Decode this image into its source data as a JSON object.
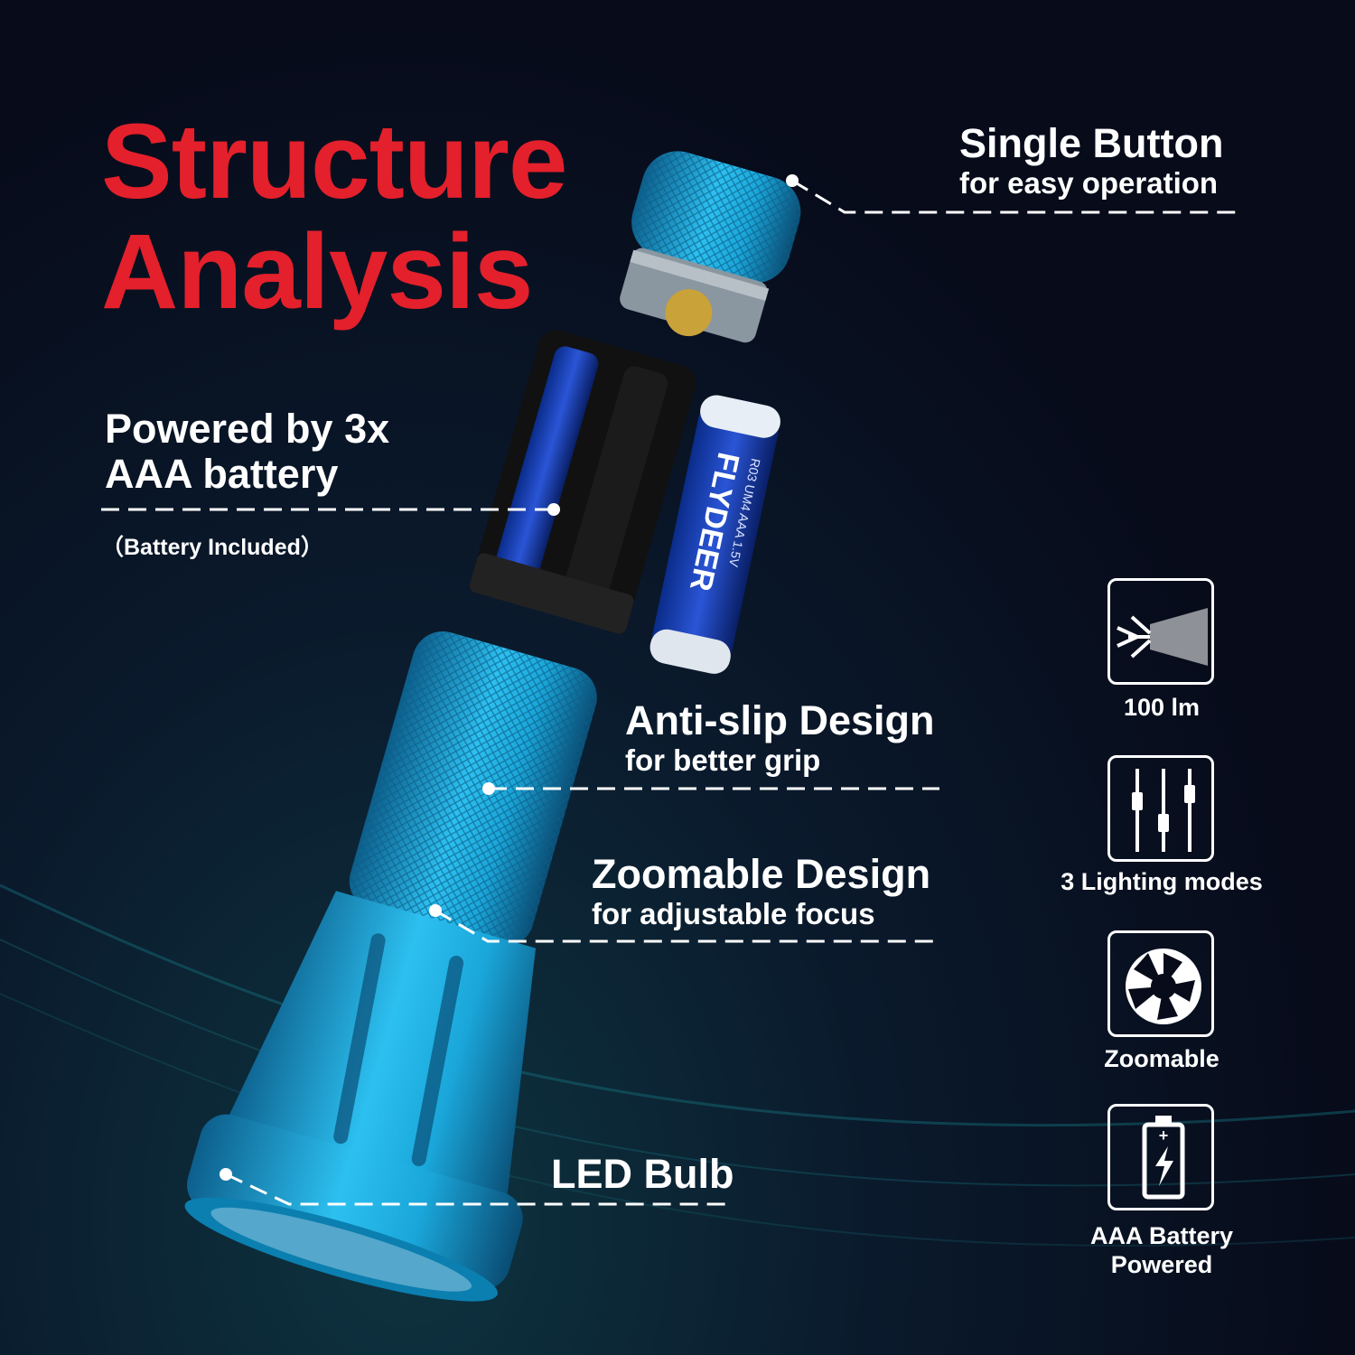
{
  "headline": {
    "line1": "Structure",
    "line2": "Analysis"
  },
  "callouts": {
    "single_button": {
      "title": "Single Button",
      "sub": "for easy operation"
    },
    "battery": {
      "title_line1": "Powered by 3x",
      "title_line2": "AAA battery",
      "note": "（Battery Included）"
    },
    "anti_slip": {
      "title": "Anti-slip Design",
      "sub": "for better grip"
    },
    "zoomable": {
      "title": "Zoomable Design",
      "sub": "for adjustable focus"
    },
    "led": {
      "title": "LED Bulb"
    }
  },
  "features": [
    {
      "icon": "light-beam-icon",
      "label": "100 lm"
    },
    {
      "icon": "sliders-icon",
      "label": "3 Lighting modes"
    },
    {
      "icon": "aperture-icon",
      "label": "Zoomable"
    },
    {
      "icon": "battery-icon",
      "label_line1": "AAA Battery",
      "label_line2": "Powered"
    }
  ],
  "battery_brand": {
    "name": "FLYDEER",
    "spec": "R03 UM4 AAA 1.5V"
  },
  "colors": {
    "accent": "#e3202b",
    "product": "#1aa6d9",
    "background": "#070b1a"
  }
}
